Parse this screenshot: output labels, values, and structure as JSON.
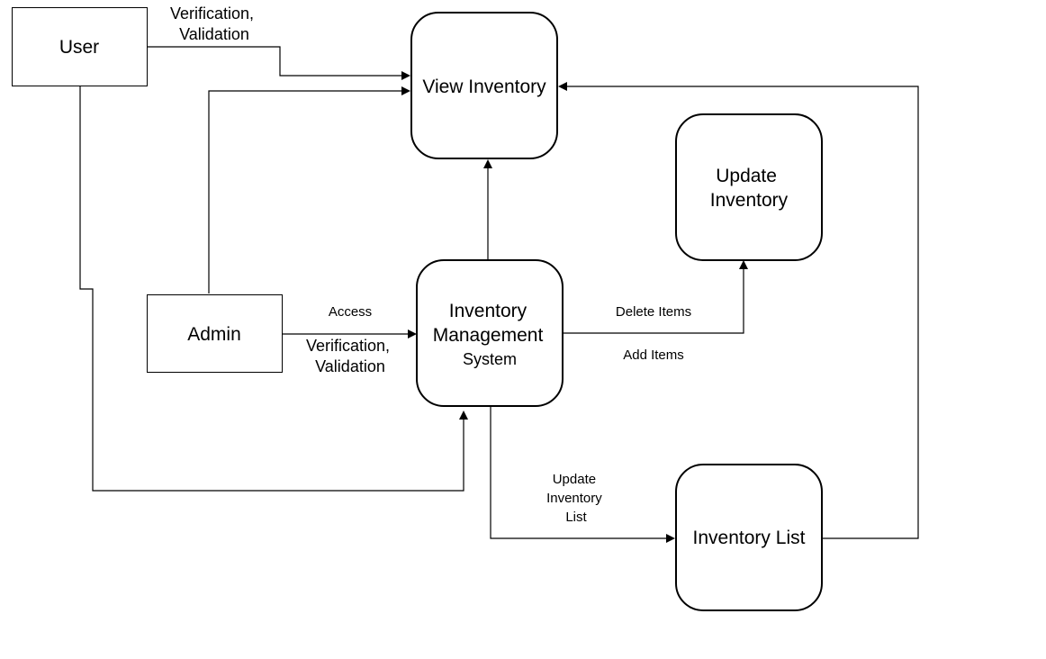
{
  "nodes": {
    "user": "User",
    "admin": "Admin",
    "view_inventory": "View Inventory",
    "update_inventory": [
      "Update",
      "Inventory"
    ],
    "ims": [
      "Inventory",
      "Management",
      "System"
    ],
    "inventory_list": "Inventory List"
  },
  "edges": {
    "user_to_view": [
      "Verification,",
      "Validation"
    ],
    "admin_to_ims_top": "Access",
    "admin_to_ims_bottom": [
      "Verification,",
      "Validation"
    ],
    "ims_to_update_top": "Delete Items",
    "ims_to_update_bottom": "Add Items",
    "ims_to_list": [
      "Update",
      "Inventory",
      "List"
    ]
  },
  "colors": {
    "stroke": "#000000",
    "background": "#ffffff"
  }
}
